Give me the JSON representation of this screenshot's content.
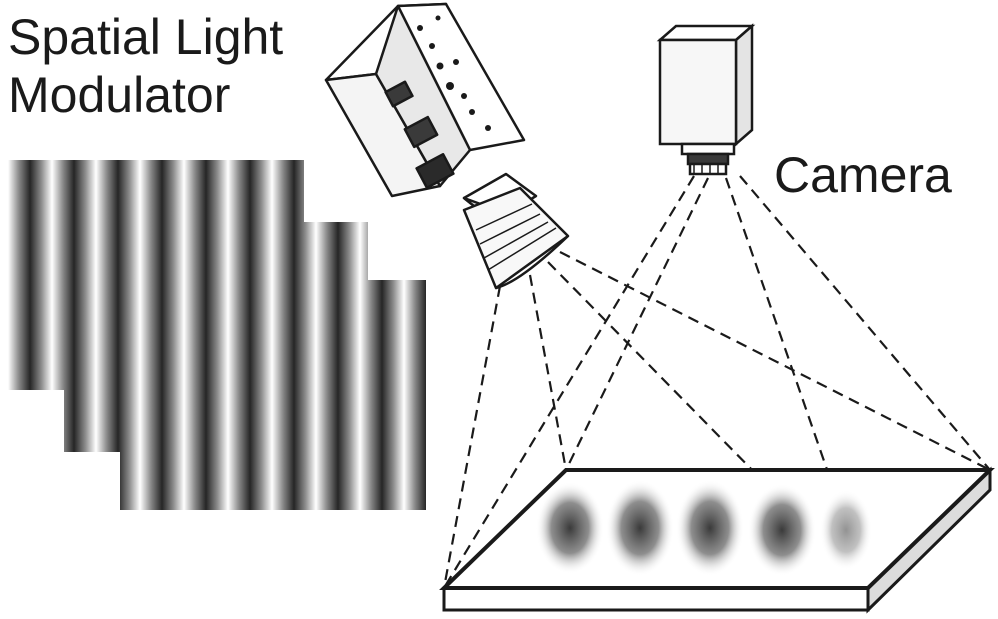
{
  "labels": {
    "slm_line1": "Spatial Light",
    "slm_line2": "Modulator",
    "camera": "Camera"
  },
  "colors": {
    "ink": "#1a1a1a",
    "fringe_dark": "#2a2a2a",
    "fringe_light": "#ffffff",
    "device_fill": "#f2f2f2"
  }
}
